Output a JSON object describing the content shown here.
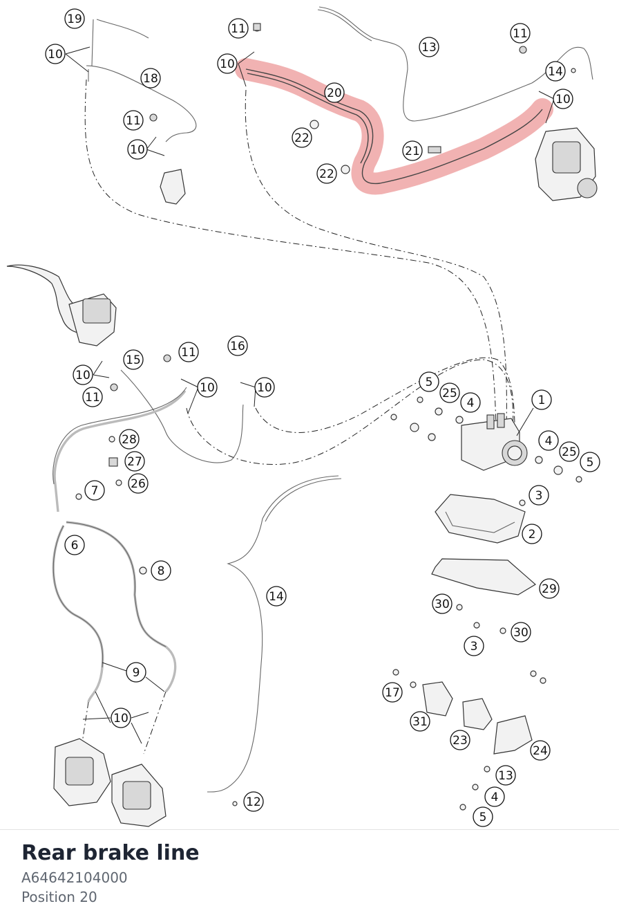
{
  "diagram": {
    "highlighted_position": "20",
    "highlight_color": "#e57373",
    "callout_numbers": [
      "1",
      "2",
      "3",
      "3",
      "4",
      "4",
      "4",
      "5",
      "5",
      "5",
      "6",
      "7",
      "8",
      "9",
      "10",
      "10",
      "10",
      "10",
      "10",
      "10",
      "10",
      "10",
      "11",
      "11",
      "11",
      "11",
      "11",
      "12",
      "13",
      "13",
      "14",
      "14",
      "15",
      "16",
      "17",
      "18",
      "19",
      "20",
      "21",
      "22",
      "22",
      "23",
      "24",
      "25",
      "25",
      "26",
      "27",
      "28",
      "29",
      "30",
      "30",
      "31"
    ]
  },
  "footer": {
    "title": "Rear brake line",
    "part_number": "A64642104000",
    "position": "Position 20"
  }
}
